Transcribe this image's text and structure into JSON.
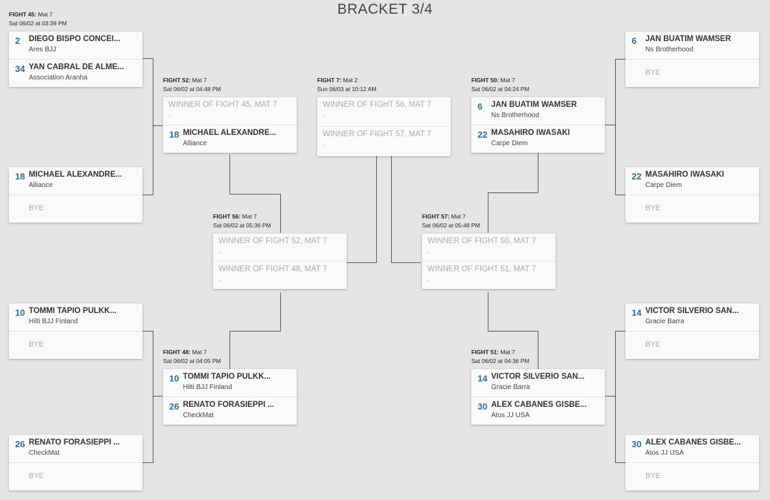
{
  "title": "BRACKET 3/4",
  "fights": {
    "f45": {
      "label": "FIGHT 45:",
      "mat": " Mat 7",
      "time": "Sat 06/02 at 03:39 PM",
      "a": {
        "seed": "2",
        "name": "DIEGO BISPO CONCEI...",
        "team": "Ares BJJ"
      },
      "b": {
        "seed": "34",
        "name": "YAN CABRAL DE ALME...",
        "team": "Association Aranha"
      }
    },
    "l2": {
      "a": {
        "seed": "18",
        "name": "MICHAEL ALEXANDRE...",
        "team": "Alliance"
      },
      "b": {
        "bye": "BYE"
      }
    },
    "l3": {
      "a": {
        "seed": "10",
        "name": "TOMMI TAPIO PULKK...",
        "team": "Hilti BJJ Finland"
      },
      "b": {
        "bye": "BYE"
      }
    },
    "l4": {
      "a": {
        "seed": "26",
        "name": "RENATO FORASIEPPI ...",
        "team": "CheckMat"
      },
      "b": {
        "bye": "BYE"
      }
    },
    "r1": {
      "a": {
        "seed": "6",
        "name": "JAN BUATIM WAMSER",
        "team": "Ns Brotherhood"
      },
      "b": {
        "bye": "BYE"
      }
    },
    "r2": {
      "a": {
        "seed": "22",
        "name": "MASAHIRO IWASAKI",
        "team": "Carpe Diem"
      },
      "b": {
        "bye": "BYE"
      }
    },
    "r3": {
      "a": {
        "seed": "14",
        "name": "VICTOR SILVERIO SAN...",
        "team": "Gracie Barra"
      },
      "b": {
        "bye": "BYE"
      }
    },
    "r4": {
      "a": {
        "seed": "30",
        "name": "ALEX CABANES GISBE...",
        "team": "Atos JJ USA"
      },
      "b": {
        "bye": "BYE"
      }
    },
    "f52": {
      "label": "FIGHT 52:",
      "mat": " Mat 7",
      "time": "Sat 06/02 at 04:48 PM",
      "a": {
        "win": "WINNER OF FIGHT 45, MAT 7",
        "dash": "-"
      },
      "b": {
        "seed": "18",
        "name": "MICHAEL ALEXANDRE...",
        "team": "Alliance"
      }
    },
    "f48": {
      "label": "FIGHT 48:",
      "mat": " Mat 7",
      "time": "Sat 06/02 at 04:05 PM",
      "a": {
        "seed": "10",
        "name": "TOMMI TAPIO PULKK...",
        "team": "Hilti BJJ Finland"
      },
      "b": {
        "seed": "26",
        "name": "RENATO FORASIEPPI ...",
        "team": "CheckMat"
      }
    },
    "f50": {
      "label": "FIGHT 50:",
      "mat": " Mat 7",
      "time": "Sat 06/02 at 04:24 PM",
      "a": {
        "seed": "6",
        "name": "JAN BUATIM WAMSER",
        "team": "Ns Brotherhood"
      },
      "b": {
        "seed": "22",
        "name": "MASAHIRO IWASAKI",
        "team": "Carpe Diem"
      }
    },
    "f51": {
      "label": "FIGHT 51:",
      "mat": " Mat 7",
      "time": "Sat 06/02 at 04:36 PM",
      "a": {
        "seed": "14",
        "name": "VICTOR SILVERIO SAN...",
        "team": "Gracie Barra"
      },
      "b": {
        "seed": "30",
        "name": "ALEX CABANES GISBE...",
        "team": "Atos JJ USA"
      }
    },
    "f56": {
      "label": "FIGHT 56:",
      "mat": " Mat 7",
      "time": "Sat 06/02 at 05:36 PM",
      "a": {
        "win": "WINNER OF FIGHT 52, MAT 7",
        "dash": "-"
      },
      "b": {
        "win": "WINNER OF FIGHT 48, MAT 7",
        "dash": "-"
      }
    },
    "f57": {
      "label": "FIGHT 57:",
      "mat": " Mat 7",
      "time": "Sat 06/02 at 05:48 PM",
      "a": {
        "win": "WINNER OF FIGHT 50, MAT 7",
        "dash": "-"
      },
      "b": {
        "win": "WINNER OF FIGHT 51, MAT 7",
        "dash": "-"
      }
    },
    "f7": {
      "label": "FIGHT 7:",
      "mat": " Mat 2",
      "time": "Sun 06/03 at 10:12 AM",
      "a": {
        "win": "WINNER OF FIGHT 56, MAT 7",
        "dash": "-"
      },
      "b": {
        "win": "WINNER OF FIGHT 57, MAT 7",
        "dash": "-"
      }
    }
  }
}
